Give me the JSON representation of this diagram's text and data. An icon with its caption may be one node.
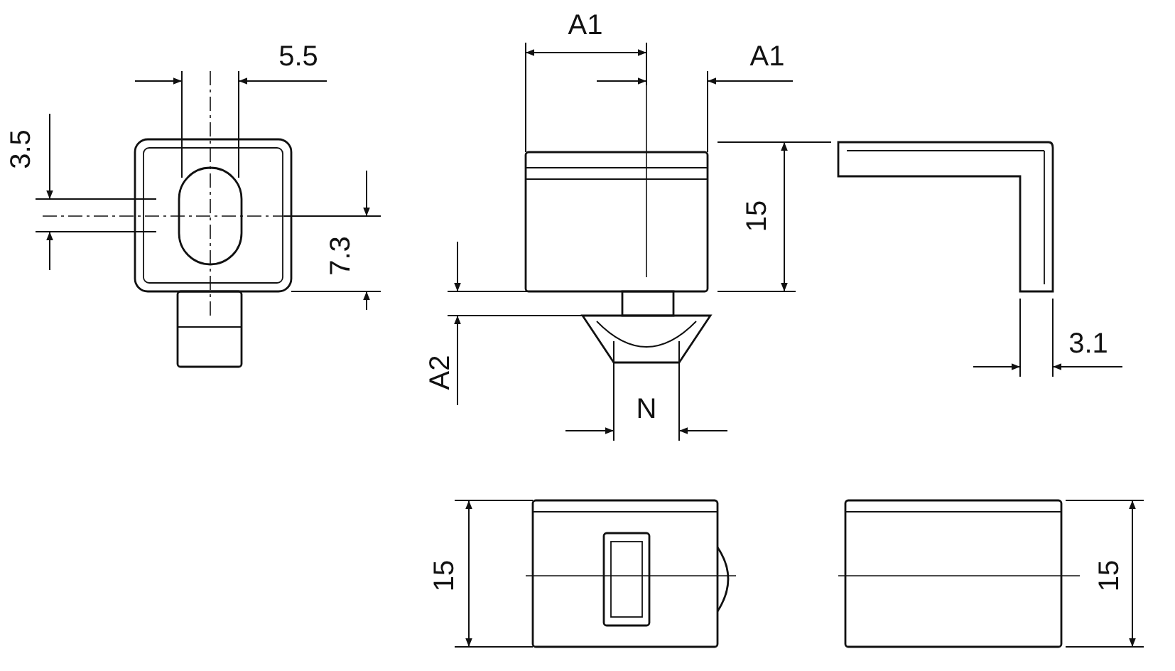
{
  "diagram": {
    "labels": [
      "5.5",
      "A1",
      "A1",
      "3.5",
      "15",
      "7.3",
      "A2",
      "3.1",
      "N",
      "15",
      "15"
    ]
  }
}
